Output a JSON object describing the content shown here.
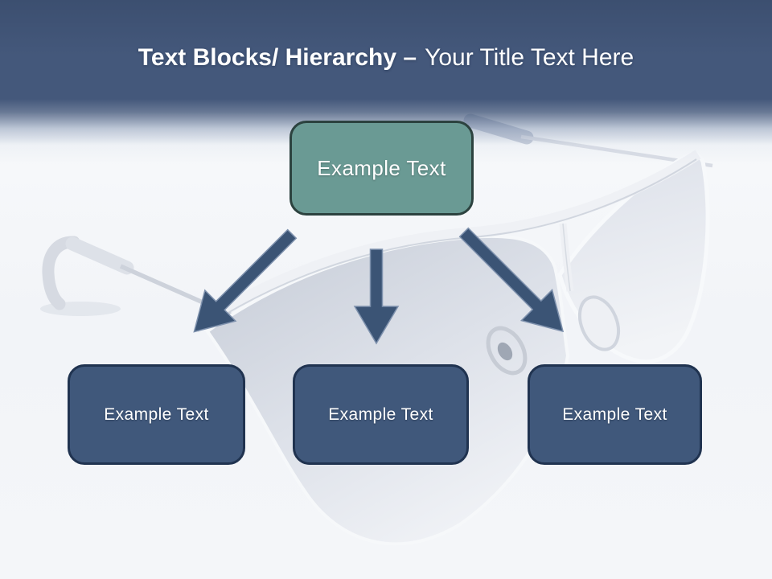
{
  "header": {
    "title_bold": "Text Blocks/ Hierarchy –",
    "title_rest": "Your Title Text Here"
  },
  "diagram": {
    "root": {
      "label": "Example Text"
    },
    "children": [
      {
        "label": "Example Text"
      },
      {
        "label": "Example Text"
      },
      {
        "label": "Example Text"
      }
    ]
  },
  "decoration": {
    "background_image": "faded photo of aviator shield sunglasses"
  },
  "colors": {
    "header_blue": "#44587b",
    "header_blue_dark": "#3c4f70",
    "title_text": "#ffffff",
    "root_fill": "#6a9a94",
    "root_border": "#2c423f",
    "child_fill": "#40587b",
    "child_border": "#203350",
    "arrow_fill": "#3b5475",
    "arrow_stroke": "#7e91ad",
    "node_text": "#ffffff"
  }
}
